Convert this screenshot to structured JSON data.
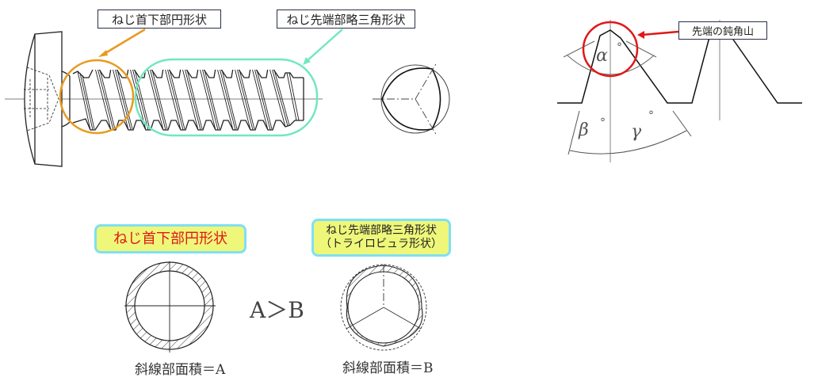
{
  "top_left": {
    "label_neck": "ねじ首下部円形状",
    "label_tip": "ねじ先端部略三角形状",
    "colors": {
      "neck_highlight": "#e89a1e",
      "tip_highlight": "#6fe8c0"
    }
  },
  "top_right": {
    "label_blunt": "先端の鈍角山",
    "alpha": "α",
    "beta": "β",
    "gamma": "γ",
    "degree": "°",
    "colors": {
      "highlight": "#e01818"
    }
  },
  "bottom": {
    "circle_label": "ねじ首下部円形状",
    "trilobular_label_line1": "ねじ先端部略三角形状",
    "trilobular_label_line2": "（トライロビュラ形状）",
    "comparison": "A＞B",
    "caption_a": "斜線部面積＝A",
    "caption_b": "斜線部面積＝B",
    "colors": {
      "box_fill": "#eef77a",
      "box_border": "#7fe0f2",
      "red_text": "#e01818"
    }
  }
}
